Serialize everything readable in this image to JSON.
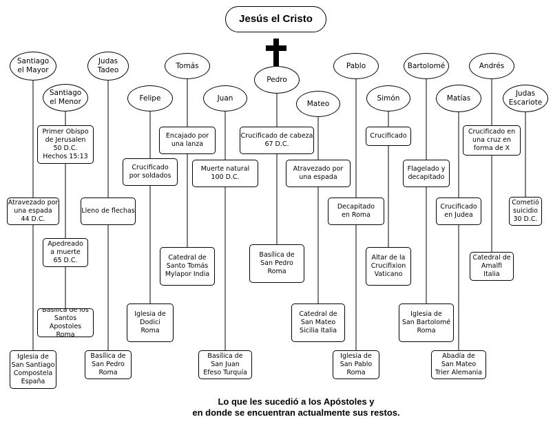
{
  "title": "Jesús el Cristo",
  "cross_icon": "latin-cross-icon",
  "caption": {
    "line1": "Lo que les sucedió a los Apóstoles y",
    "line2": "en donde se encuentran actualmente sus restos."
  },
  "apostles": [
    {
      "id": "santiago-mayor",
      "name": "Santiago\nel Mayor",
      "steps": [
        "Atravezado por\nuna espada\n44 D.C.",
        "Iglesia de\nSan Santiago\nCompostela\nEspaña"
      ]
    },
    {
      "id": "santiago-menor",
      "name": "Santiago\nel Menor",
      "steps": [
        "Primer Obispo\nde Jerusalen\n50 D.C.\nHechos 15:13",
        "Apedreado\na muerte\n65 D.C.",
        "Basílica de los\nSantos Apostoles\nRoma"
      ]
    },
    {
      "id": "judas-tadeo",
      "name": "Judas\nTadeo",
      "steps": [
        "Lleno de flechas",
        "Basílica de\nSan Pedro\nRoma"
      ]
    },
    {
      "id": "felipe",
      "name": "Felipe",
      "steps": [
        "Crucificado\npor soldados",
        "Iglesia de\nDodici\nRoma"
      ]
    },
    {
      "id": "tomas",
      "name": "Tomás",
      "steps": [
        "Encajado por\nuna lanza",
        "Catedral de\nSanto Tomás\nMylapor India"
      ]
    },
    {
      "id": "juan",
      "name": "Juan",
      "steps": [
        "Muerte natural\n100 D.C.",
        "Basílica de\nSan Juan\nEfeso Turquía"
      ]
    },
    {
      "id": "pedro",
      "name": "Pedro",
      "steps": [
        "Crucificado de cabeza\n67 D.C.",
        "Basílica de\nSan Pedro\nRoma"
      ]
    },
    {
      "id": "mateo",
      "name": "Mateo",
      "steps": [
        "Atravezado por\nuna espada",
        "Catedral de\nSan Mateo\nSicilia Italia"
      ]
    },
    {
      "id": "pablo",
      "name": "Pablo",
      "steps": [
        "Decapitado\nen Roma",
        "Iglesia de\nSan Pablo\nRoma"
      ]
    },
    {
      "id": "simon",
      "name": "Simón",
      "steps": [
        "Crucificado",
        "Altar de la\nCrucifixion\nVaticano"
      ]
    },
    {
      "id": "bartolome",
      "name": "Bartolomé",
      "steps": [
        "Flagelado y\ndecapitado",
        "Iglesia de\nSan Bartolomé\nRoma"
      ]
    },
    {
      "id": "matias",
      "name": "Matías",
      "steps": [
        "Crucificado\nen Judea",
        "Abadía de\nSan Mateo\nTrier Alemania"
      ]
    },
    {
      "id": "andres",
      "name": "Andrés",
      "steps": [
        "Crucificado en\nuna cruz en\nforma de X",
        "Catedral de\nAmalfi\nItalia"
      ]
    },
    {
      "id": "judas-escariote",
      "name": "Judas\nEscariote",
      "steps": [
        "Cometió\nsuicidio\n30 D.C."
      ]
    }
  ]
}
